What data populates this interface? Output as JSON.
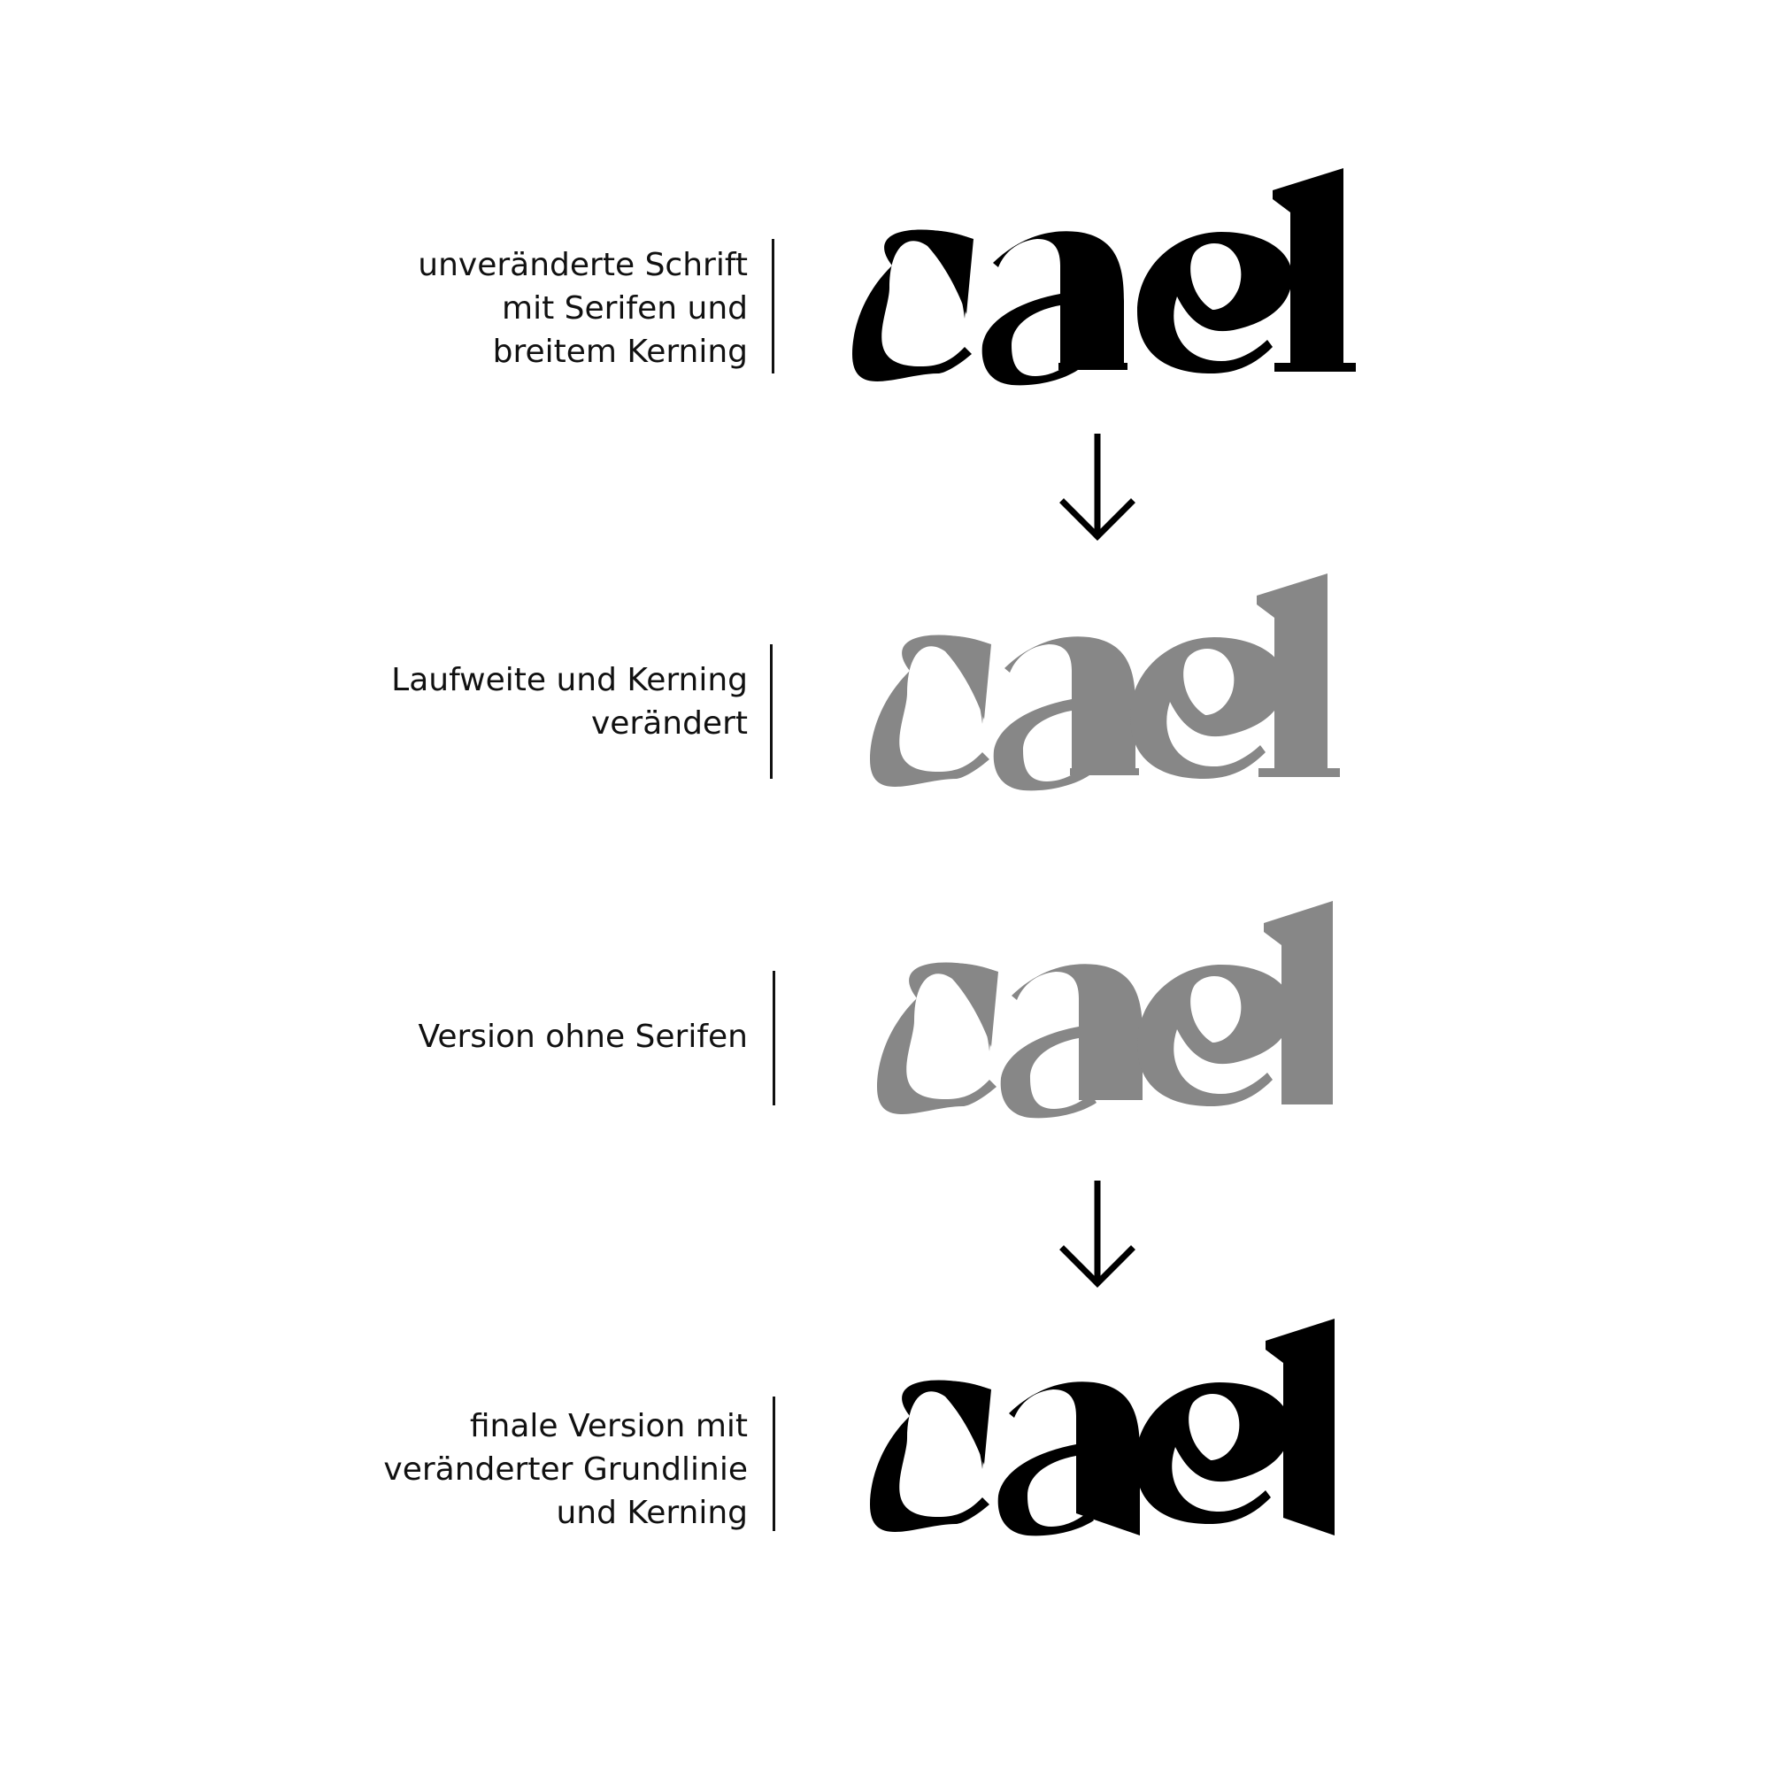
{
  "colors": {
    "text": "#111111",
    "wordmark_black": "#000000",
    "wordmark_grey": "#878787",
    "background": "#ffffff"
  },
  "steps": [
    {
      "caption_lines": [
        "unveränderte Schrift",
        "mit Serifen und",
        "breitem Kerning"
      ],
      "wordmark": "cael",
      "color": "black"
    },
    {
      "caption_lines": [
        "Laufweite und Kerning",
        "verändert"
      ],
      "wordmark": "cael",
      "color": "grey"
    },
    {
      "caption_lines": [
        "Version ohne Serifen"
      ],
      "wordmark": "cael",
      "color": "grey"
    },
    {
      "caption_lines": [
        "finale Version mit",
        "veränderter Grundlinie",
        "und Kerning"
      ],
      "wordmark": "cael",
      "color": "black"
    }
  ],
  "arrows": [
    {
      "icon": "arrow-down-icon"
    },
    {
      "icon": "arrow-down-icon"
    }
  ]
}
